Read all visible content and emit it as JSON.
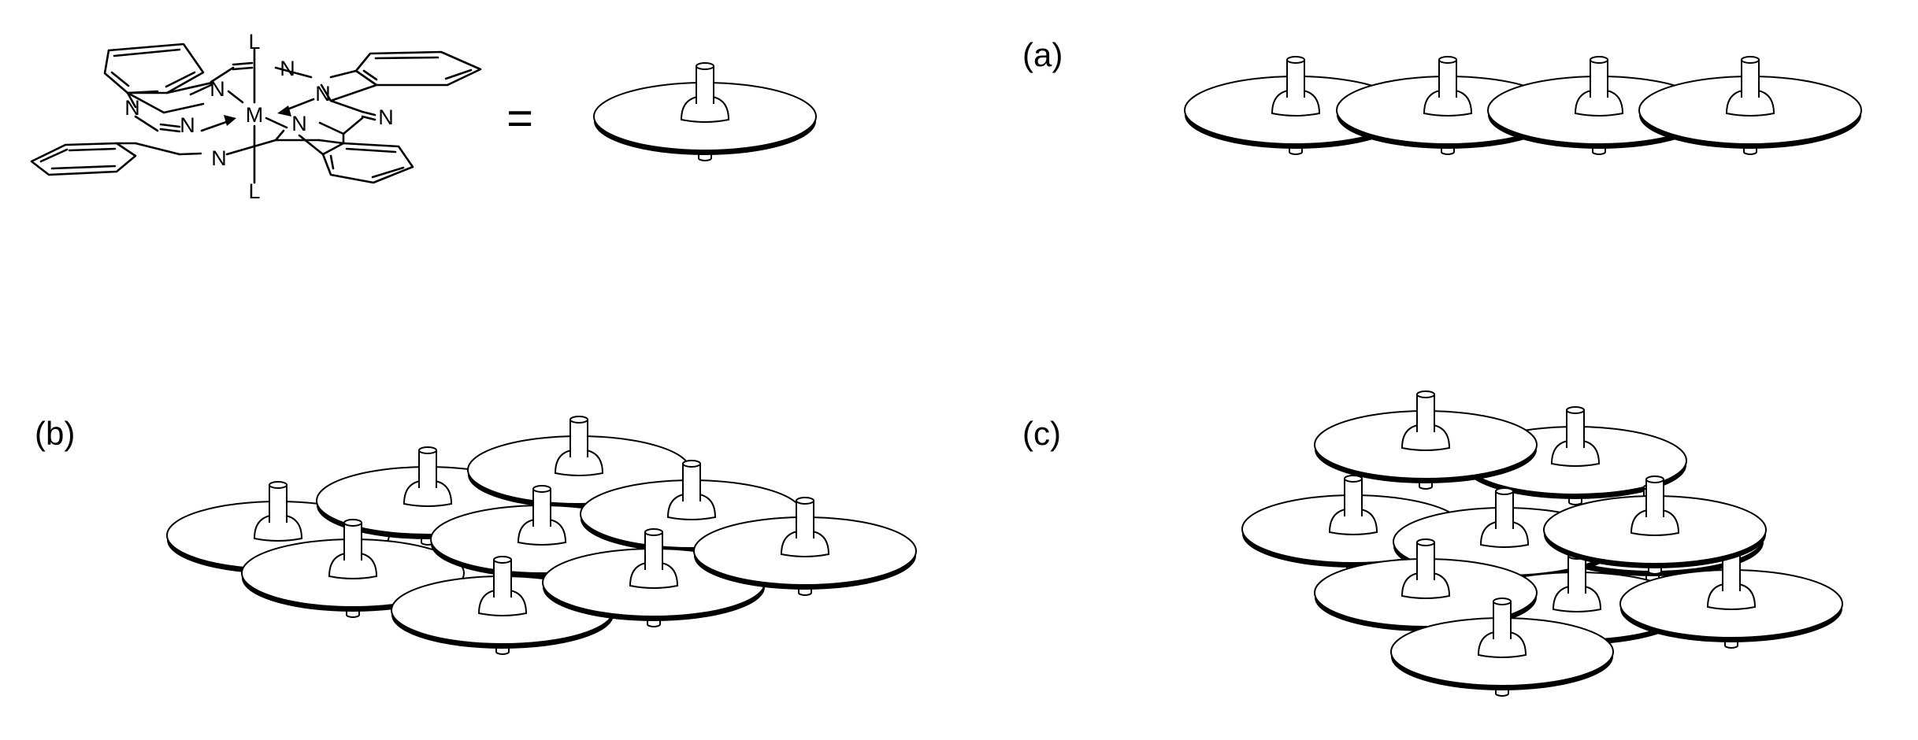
{
  "structure": {
    "axial_ligand_top": "L",
    "axial_ligand_bottom": "L",
    "metal": "M",
    "aza_atoms": [
      "N",
      "N",
      "N",
      "N"
    ],
    "pyrrole_atoms": [
      "N",
      "N",
      "N",
      "N"
    ]
  },
  "equals_sign": "=",
  "panels": [
    {
      "label": "(a)",
      "arrangement": "row",
      "disc_count": 4
    },
    {
      "label": "(b)",
      "arrangement": "layer",
      "disc_count": 9
    },
    {
      "label": "(c)",
      "arrangement": "stack",
      "disc_count": 10
    }
  ]
}
